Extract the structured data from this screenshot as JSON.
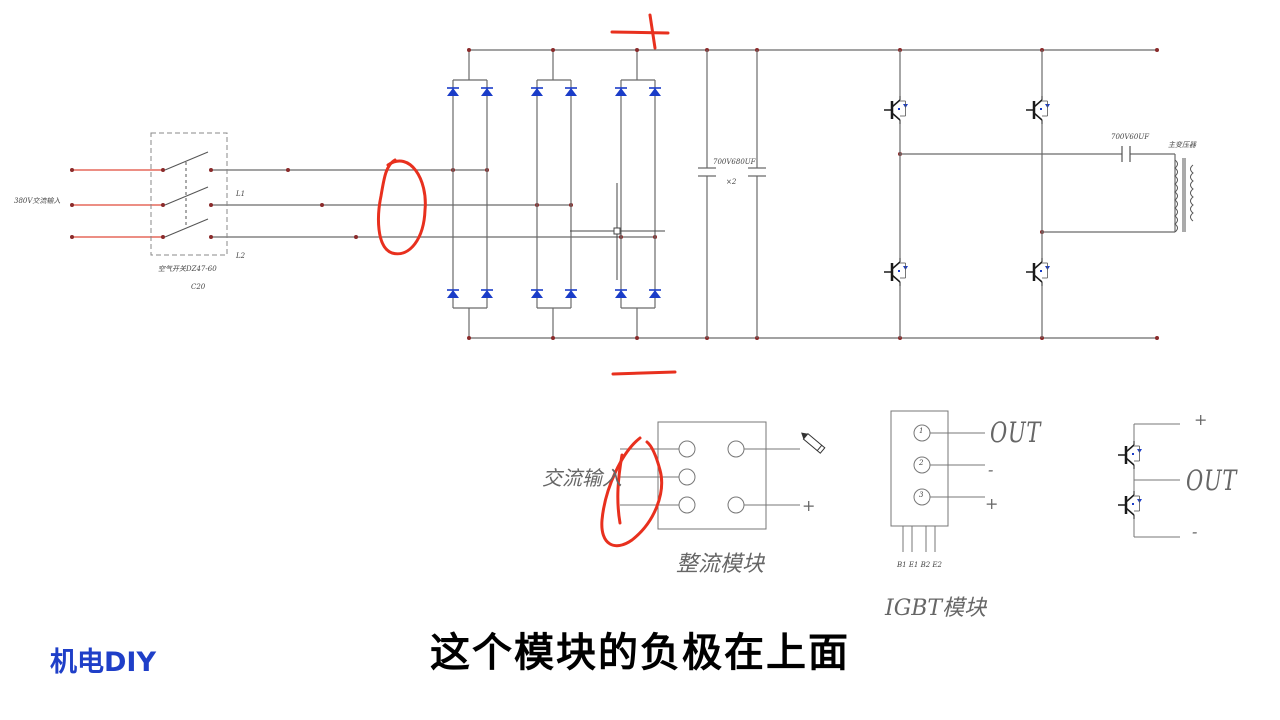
{
  "labels": {
    "ac_source": "380V交流输入",
    "line_l1": "L1",
    "line_l2": "L2",
    "breaker_model": "空气开关DZ47-60",
    "breaker_rating": "C20",
    "cap_bank": "700V680UF",
    "cap_count": "×2",
    "series_cap": "700V60UF",
    "transformer": "主变压器",
    "pos_mark": "+",
    "neg_mark": "—"
  },
  "rectifier_module": {
    "ac_input_label": "交流输入",
    "title": "整流模块",
    "plus": "+"
  },
  "igbt_module": {
    "pin1": "1",
    "pin2": "2",
    "pin3": "3",
    "out": "OUT",
    "minus": "-",
    "plus": "+",
    "gate_pins": "B1 E1 B2 E2",
    "title": "IGBT模块"
  },
  "igbt_symbol": {
    "plus": "+",
    "out": "OUT",
    "minus": "-"
  },
  "watermark": "机电DIY",
  "subtitle": "这个模块的负极在上面",
  "colors": {
    "wire": "#6a6a6a",
    "ac_wire": "#e04a3a",
    "diode": "#1a3cc8",
    "annotation": "#e8301e",
    "watermark": "#1f3fc8"
  }
}
